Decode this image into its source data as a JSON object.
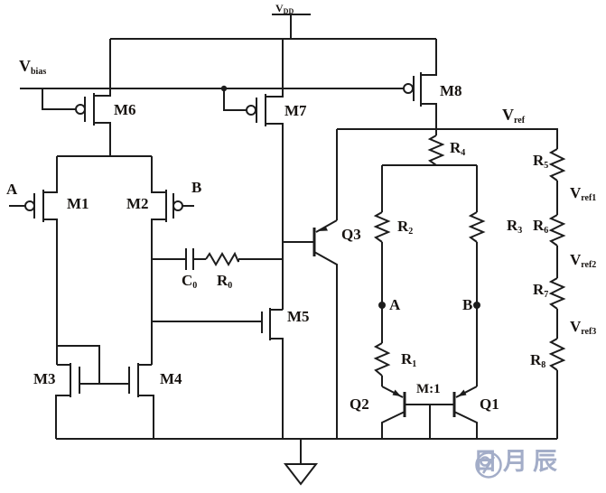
{
  "colors": {
    "wire": "#1c1c1c",
    "background": "#ffffff",
    "watermark": "#a3adc8"
  },
  "labels": {
    "vdd": {
      "base": "V",
      "sub": "DD"
    },
    "vbias": {
      "base": "V",
      "sub": "bias"
    },
    "vref": {
      "base": "V",
      "sub": "ref"
    },
    "vref1": {
      "base": "V",
      "sub": "ref1"
    },
    "vref2": {
      "base": "V",
      "sub": "ref2"
    },
    "vref3": {
      "base": "V",
      "sub": "ref3"
    },
    "m1": "M1",
    "m2": "M2",
    "m3": "M3",
    "m4": "M4",
    "m5": "M5",
    "m6": "M6",
    "m7": "M7",
    "m8": "M8",
    "q1": "Q1",
    "q2": "Q2",
    "q3": "Q3",
    "input_a": "A",
    "input_b": "B",
    "node_a": "A",
    "node_b": "B",
    "ratio": "M:1",
    "c0": {
      "base": "C",
      "sub": "0"
    },
    "r0": {
      "base": "R",
      "sub": "0"
    },
    "r1": {
      "base": "R",
      "sub": "1"
    },
    "r2": {
      "base": "R",
      "sub": "2"
    },
    "r3": {
      "base": "R",
      "sub": "3"
    },
    "r4": {
      "base": "R",
      "sub": "4"
    },
    "r5": {
      "base": "R",
      "sub": "5"
    },
    "r6": {
      "base": "R",
      "sub": "6"
    },
    "r7": {
      "base": "R",
      "sub": "7"
    },
    "r8": {
      "base": "R",
      "sub": "8"
    },
    "watermark": "日月辰"
  }
}
